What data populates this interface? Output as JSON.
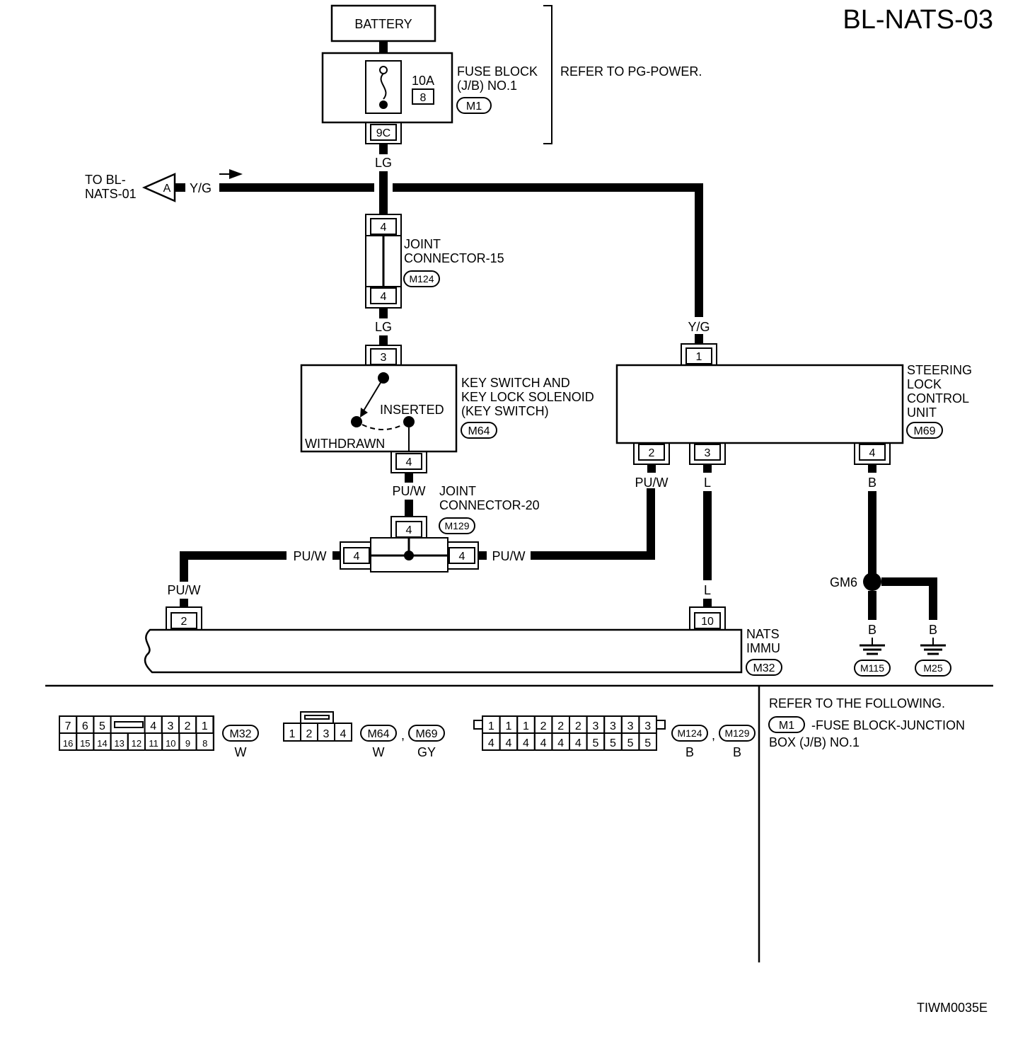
{
  "page_id": "BL-NATS-03",
  "figure_code": "TIWM0035E",
  "battery": {
    "label": "BATTERY"
  },
  "fuse_block": {
    "line1": "FUSE BLOCK",
    "line2": "(J/B) NO.1",
    "connector": "M1",
    "fuse_rating": "10A",
    "fuse_number": "8",
    "terminal": "9C",
    "refer": "REFER TO PG-POWER."
  },
  "offpage": {
    "line1": "TO BL-",
    "line2": "NATS-01",
    "symbol": "A",
    "wire": "Y/G"
  },
  "joint_connector_15": {
    "line1": "JOINT",
    "line2": "CONNECTOR-15",
    "connector": "M124",
    "pin_top": "4",
    "pin_bottom": "4"
  },
  "key_switch": {
    "line1": "KEY SWITCH AND",
    "line2": "KEY LOCK SOLENOID",
    "line3": "(KEY SWITCH)",
    "connector": "M64",
    "pos_inserted": "INSERTED",
    "pos_withdrawn": "WITHDRAWN",
    "pin_top": "3",
    "pin_bottom": "4"
  },
  "joint_connector_20": {
    "line1": "JOINT",
    "line2": "CONNECTOR-20",
    "connector": "M129",
    "pin_top": "4",
    "pin_left": "4",
    "pin_right": "4"
  },
  "steering_lock": {
    "line1": "STEERING",
    "line2": "LOCK",
    "line3": "CONTROL",
    "line4": "UNIT",
    "connector": "M69",
    "pin_1": "1",
    "pin_2": "2",
    "pin_3": "3",
    "pin_4": "4"
  },
  "nats_immu": {
    "line1": "NATS",
    "line2": "IMMU",
    "connector": "M32",
    "pin_2": "2",
    "pin_10": "10"
  },
  "ground": {
    "splice": "GM6",
    "ground_1": "M115",
    "ground_2": "M25"
  },
  "wires": {
    "lg_top": "LG",
    "lg_mid": "LG",
    "yg_steer": "Y/G",
    "puw_key": "PU/W",
    "puw_left": "PU/W",
    "puw_right": "PU/W",
    "puw_immu": "PU/W",
    "puw_steer": "PU/W",
    "l_steer": "L",
    "l_immu": "L",
    "b_steer": "B",
    "b_ground1": "B",
    "b_ground2": "B"
  },
  "connector_views": {
    "m32": {
      "top": [
        "7",
        "6",
        "5",
        "4",
        "3",
        "2",
        "1"
      ],
      "bottom": [
        "16",
        "15",
        "14",
        "13",
        "12",
        "11",
        "10",
        "9",
        "8"
      ],
      "code": "M32",
      "color": "W"
    },
    "m64_m69": {
      "pins": [
        "1",
        "2",
        "3",
        "4"
      ],
      "code_1": "M64",
      "color_1": "W",
      "separator": ",",
      "code_2": "M69",
      "color_2": "GY"
    },
    "m124_m129": {
      "top": [
        "1",
        "1",
        "1",
        "2",
        "2",
        "2",
        "3",
        "3",
        "3",
        "3"
      ],
      "bottom": [
        "4",
        "4",
        "4",
        "4",
        "4",
        "4",
        "5",
        "5",
        "5",
        "5"
      ],
      "code_1": "M124",
      "color_1": "B",
      "separator": ",",
      "code_2": "M129",
      "color_2": "B"
    }
  },
  "reference_box": {
    "heading": "REFER TO THE FOLLOWING.",
    "code": "M1",
    "line1": "-FUSE BLOCK-JUNCTION",
    "line2": "BOX (J/B) NO.1"
  }
}
